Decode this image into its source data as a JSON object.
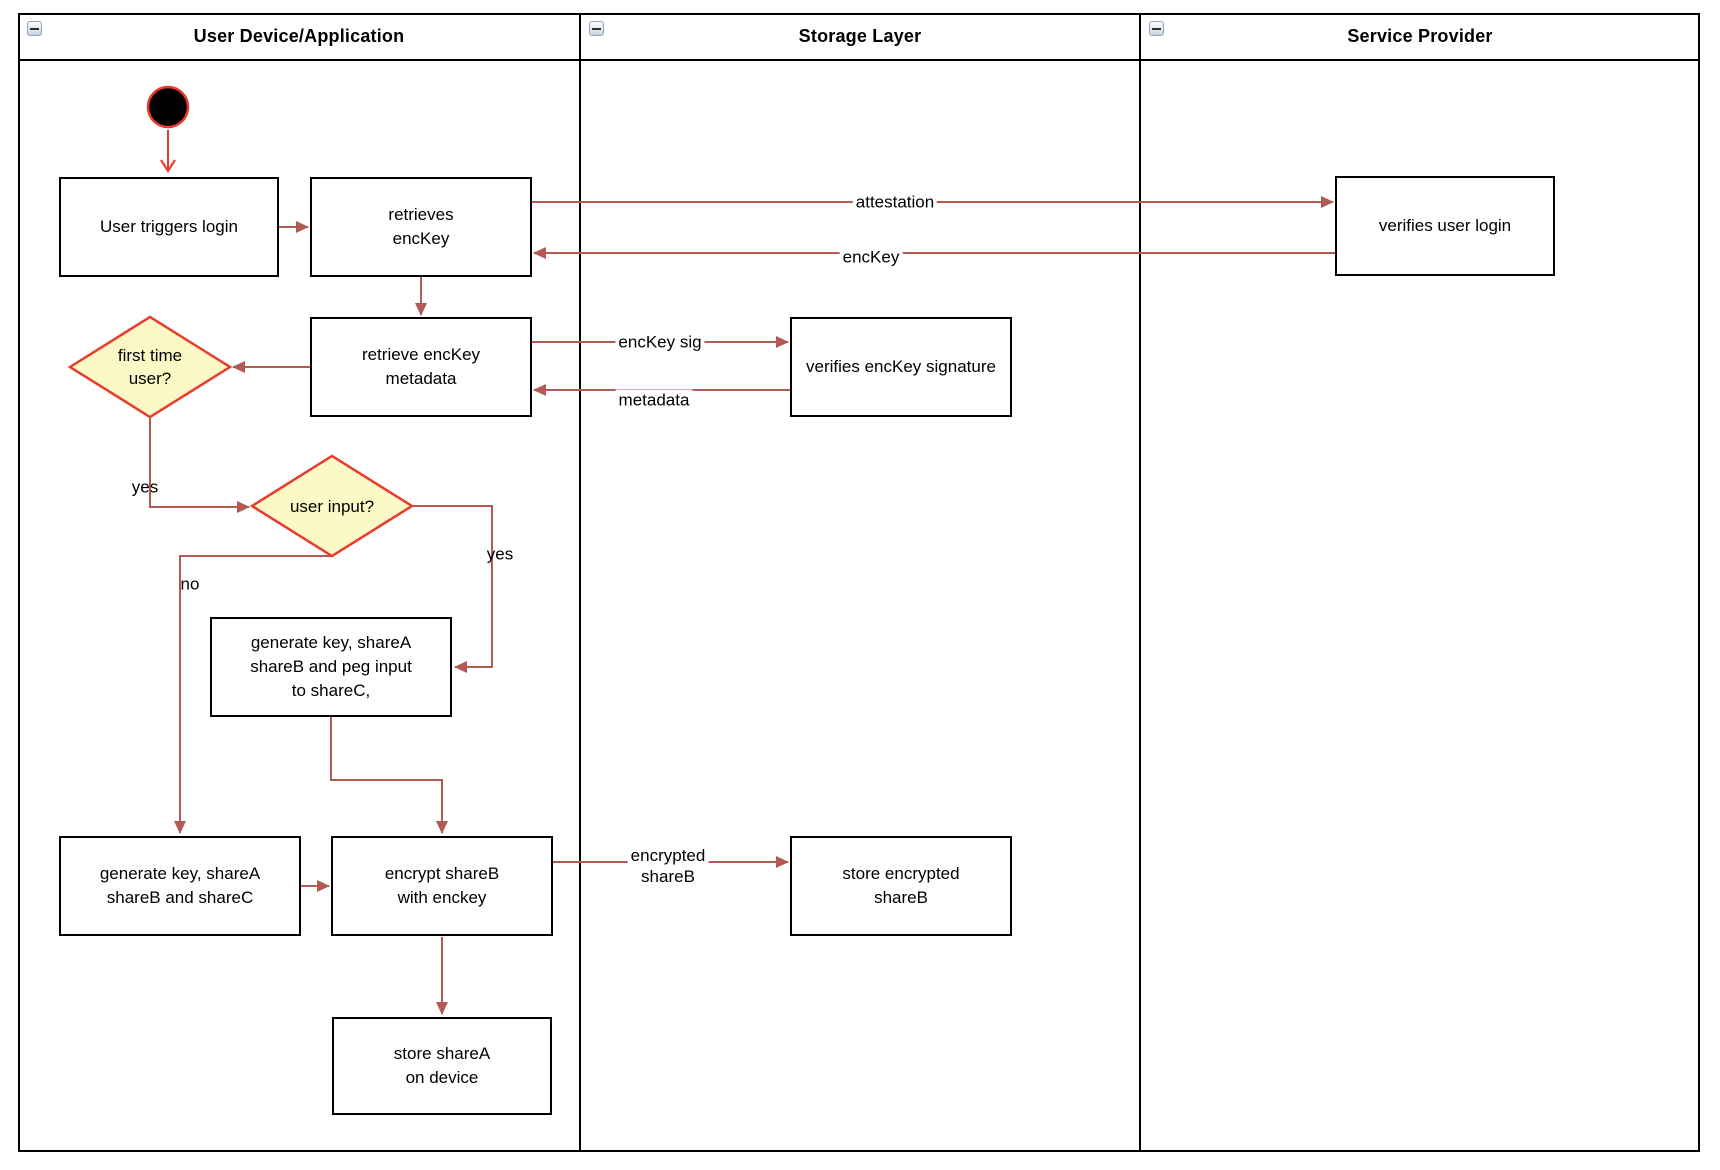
{
  "diagram_type": "swimlane-activity-diagram",
  "colors": {
    "flow_arrow": "#b25b54",
    "start_accent": "#ea3a2c",
    "decision_fill": "#fdf9c6",
    "decision_border": "#ea3a2c",
    "node_border": "#000000",
    "node_fill": "#ffffff"
  },
  "lanes": [
    {
      "title": "User Device/Application"
    },
    {
      "title": "Storage Layer"
    },
    {
      "title": "Service Provider"
    }
  ],
  "nodes": {
    "user_triggers_login": "User triggers login",
    "retrieves_enckey": "retrieves\nencKey",
    "verifies_user_login": "verifies user login",
    "retrieve_enckey_metadata": "retrieve encKey\nmetadata",
    "verifies_enckey_signature": "verifies encKey signature",
    "first_time_user": "first time\nuser?",
    "user_input": "user input?",
    "generate_key_peg_input": "generate key, shareA\nshareB and peg input\nto shareC,",
    "generate_key_sharec": "generate key, shareA\nshareB and shareC",
    "encrypt_shareb": "encrypt shareB\nwith enckey",
    "store_encrypted_shareb": "store encrypted\nshareB",
    "store_sharea": "store shareA\non device"
  },
  "edge_labels": {
    "attestation": "attestation",
    "enckey": "encKey",
    "enckey_sig": "encKey sig",
    "metadata": "metadata",
    "first_time_yes": "yes",
    "user_input_yes": "yes",
    "user_input_no": "no",
    "encrypted_shareb": "encrypted\nshareB"
  }
}
